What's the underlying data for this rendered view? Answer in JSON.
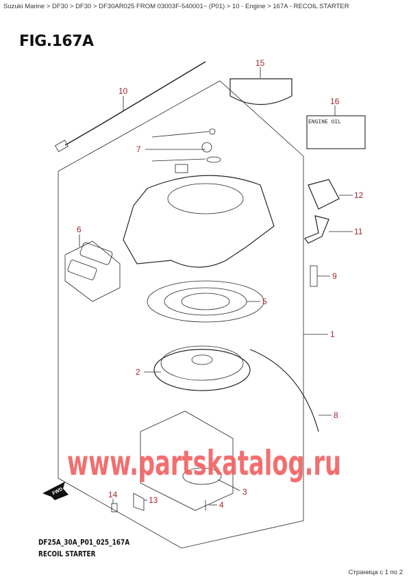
{
  "breadcrumb": "Suzuki Marine > DF30 > DF30 > DF30AR025 FROM 03003F-540001~ (P01) > 10 - Engine > 167A - RECOIL STARTER",
  "figure": {
    "title": "FIG.167A",
    "code": "DF25A_30A_P01_025_167A",
    "name": "RECOIL STARTER",
    "label_16_text": "ENGINE OIL",
    "fwd_label": "FWD",
    "callouts": [
      "1",
      "2",
      "3",
      "4",
      "5",
      "6",
      "7",
      "8",
      "9",
      "10",
      "11",
      "12",
      "13",
      "14",
      "15",
      "16"
    ],
    "callout_color": "#a3262c"
  },
  "watermark": "www.partskatalog.ru",
  "pager": "Страница с 1 по 2"
}
